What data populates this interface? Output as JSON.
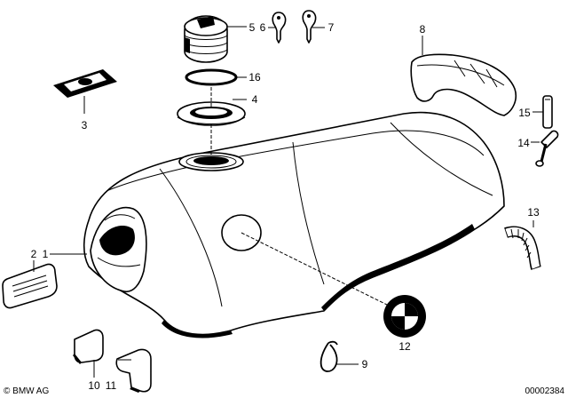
{
  "callouts": [
    "1",
    "2",
    "3",
    "4",
    "5",
    "6",
    "7",
    "8",
    "9",
    "10",
    "11",
    "12",
    "13",
    "14",
    "15",
    "16"
  ],
  "footer": {
    "copyright": "© BMW AG",
    "drawing_number": "00002384"
  }
}
